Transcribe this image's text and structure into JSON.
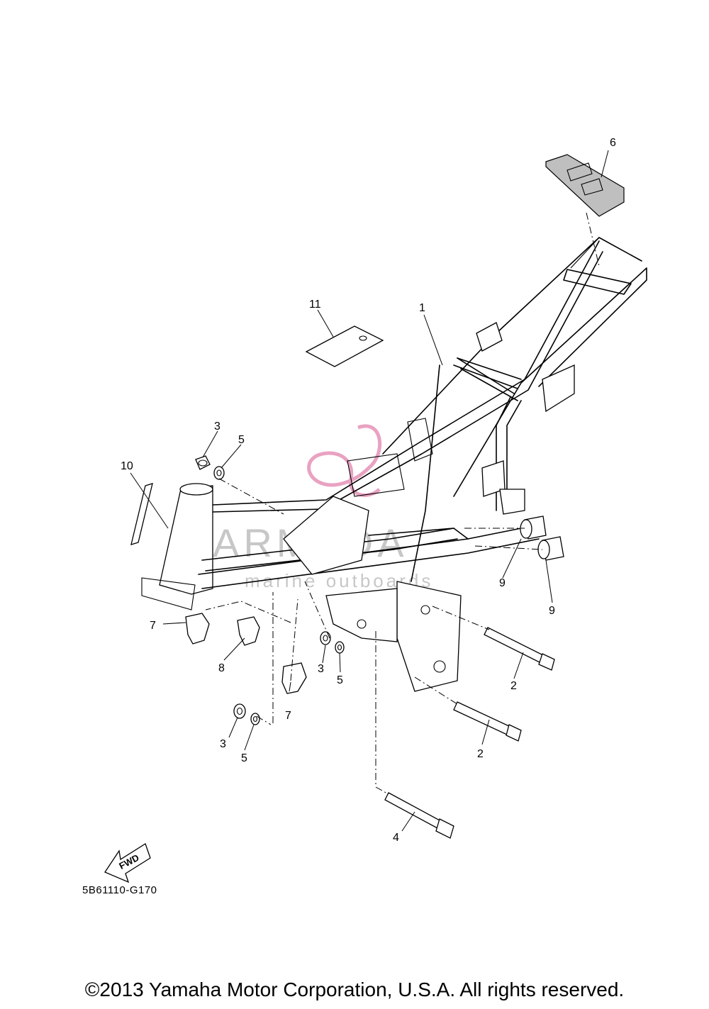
{
  "diagram": {
    "code": "5B61110-G170",
    "copyright": "©2013 Yamaha Motor Corporation, U.S.A. All rights reserved.",
    "fwd_label": "FWD",
    "watermark": {
      "brand": "ARMADA",
      "tagline": "marine outboards"
    },
    "callouts": {
      "c1": "1",
      "c2a": "2",
      "c2b": "2",
      "c3a": "3",
      "c3b": "3",
      "c3c": "3",
      "c4": "4",
      "c5a": "5",
      "c5b": "5",
      "c5c": "5",
      "c6": "6",
      "c7a": "7",
      "c7b": "7",
      "c8": "8",
      "c9a": "9",
      "c9b": "9",
      "c10": "10",
      "c11": "11"
    }
  }
}
